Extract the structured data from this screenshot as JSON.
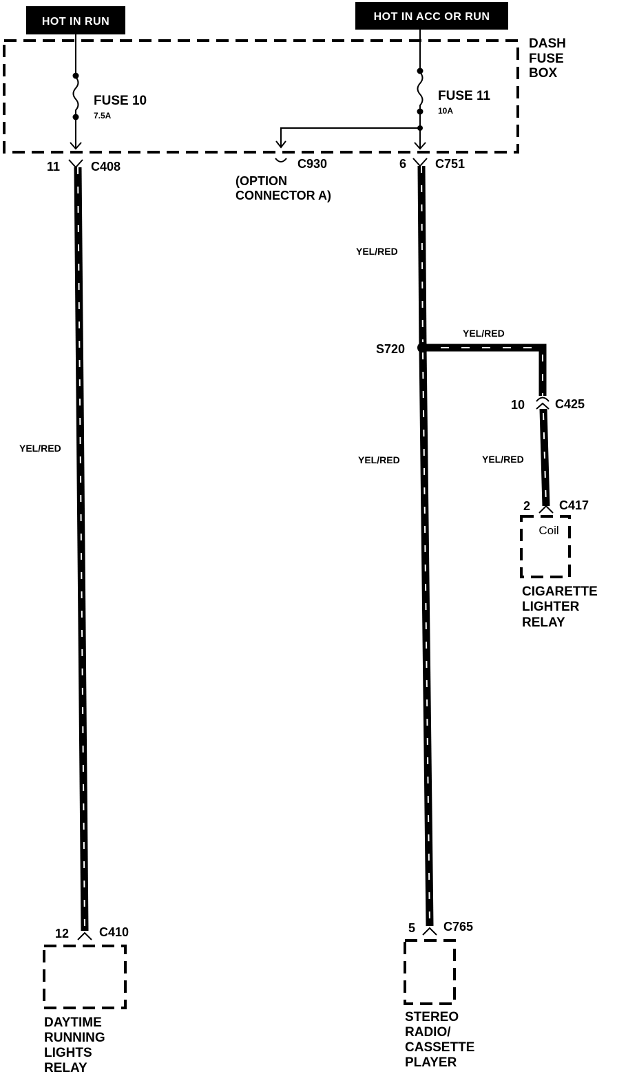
{
  "power_labels": {
    "left": "HOT IN RUN",
    "right": "HOT IN ACC OR RUN"
  },
  "fuse_box": {
    "line1": "DASH",
    "line2": "FUSE",
    "line3": "BOX"
  },
  "fuses": {
    "fuse10": {
      "name": "FUSE 10",
      "rating": "7.5A"
    },
    "fuse11": {
      "name": "FUSE 11",
      "rating": "10A"
    }
  },
  "connectors": {
    "c408": {
      "pin": "11",
      "name": "C408"
    },
    "c930": {
      "name": "C930",
      "desc1": "(OPTION",
      "desc2": "CONNECTOR A)"
    },
    "c751": {
      "pin": "6",
      "name": "C751"
    },
    "c425": {
      "pin": "10",
      "name": "C425"
    },
    "c417": {
      "pin": "2",
      "name": "C417"
    },
    "c410": {
      "pin": "12",
      "name": "C410"
    },
    "c765": {
      "pin": "5",
      "name": "C765"
    }
  },
  "splice": {
    "name": "S720"
  },
  "wire_colors": {
    "left_main": "YEL/RED",
    "right_upper": "YEL/RED",
    "right_lower": "YEL/RED",
    "branch_horizontal": "YEL/RED",
    "branch_lower": "YEL/RED"
  },
  "components": {
    "cig_relay": {
      "inner": "Coil",
      "line1": "CIGARETTE",
      "line2": "LIGHTER",
      "line3": "RELAY"
    },
    "drl_relay": {
      "line1": "DAYTIME",
      "line2": "RUNNING",
      "line3": "LIGHTS",
      "line4": "RELAY"
    },
    "stereo": {
      "line1": "STEREO",
      "line2": "RADIO/",
      "line3": "CASSETTE",
      "line4": "PLAYER"
    }
  }
}
